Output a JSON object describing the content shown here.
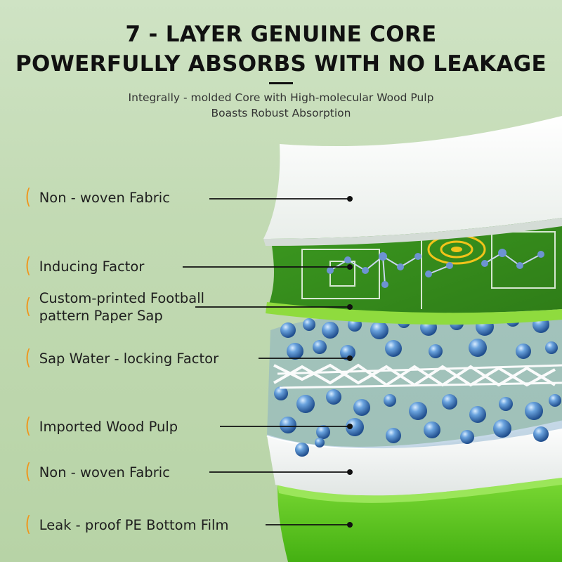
{
  "header": {
    "title_line1": "7 - LAYER GENUINE CORE",
    "title_line2": "POWERFULLY ABSORBS WITH NO LEAKAGE",
    "subtitle_line1": "Integrally - molded Core with High-molecular Wood Pulp",
    "subtitle_line2": "Boasts Robust Absorption"
  },
  "layers": [
    {
      "label": "Non - woven Fabric"
    },
    {
      "label": "Inducing Factor"
    },
    {
      "label": "Custom-printed Football\npattern Paper Sap"
    },
    {
      "label": "Sap Water - locking Factor"
    },
    {
      "label": "Imported Wood Pulp"
    },
    {
      "label": "Non - woven Fabric"
    },
    {
      "label": "Leak - proof PE Bottom Film"
    }
  ],
  "colors": {
    "accent_paren": "#f0961c",
    "background": "#c2dab3",
    "grass": "#3f9a22",
    "bottom_film": "#58c21e",
    "beads": "#3f74b8"
  },
  "icons": [
    "bracket-icon",
    "leader-dot-icon"
  ]
}
